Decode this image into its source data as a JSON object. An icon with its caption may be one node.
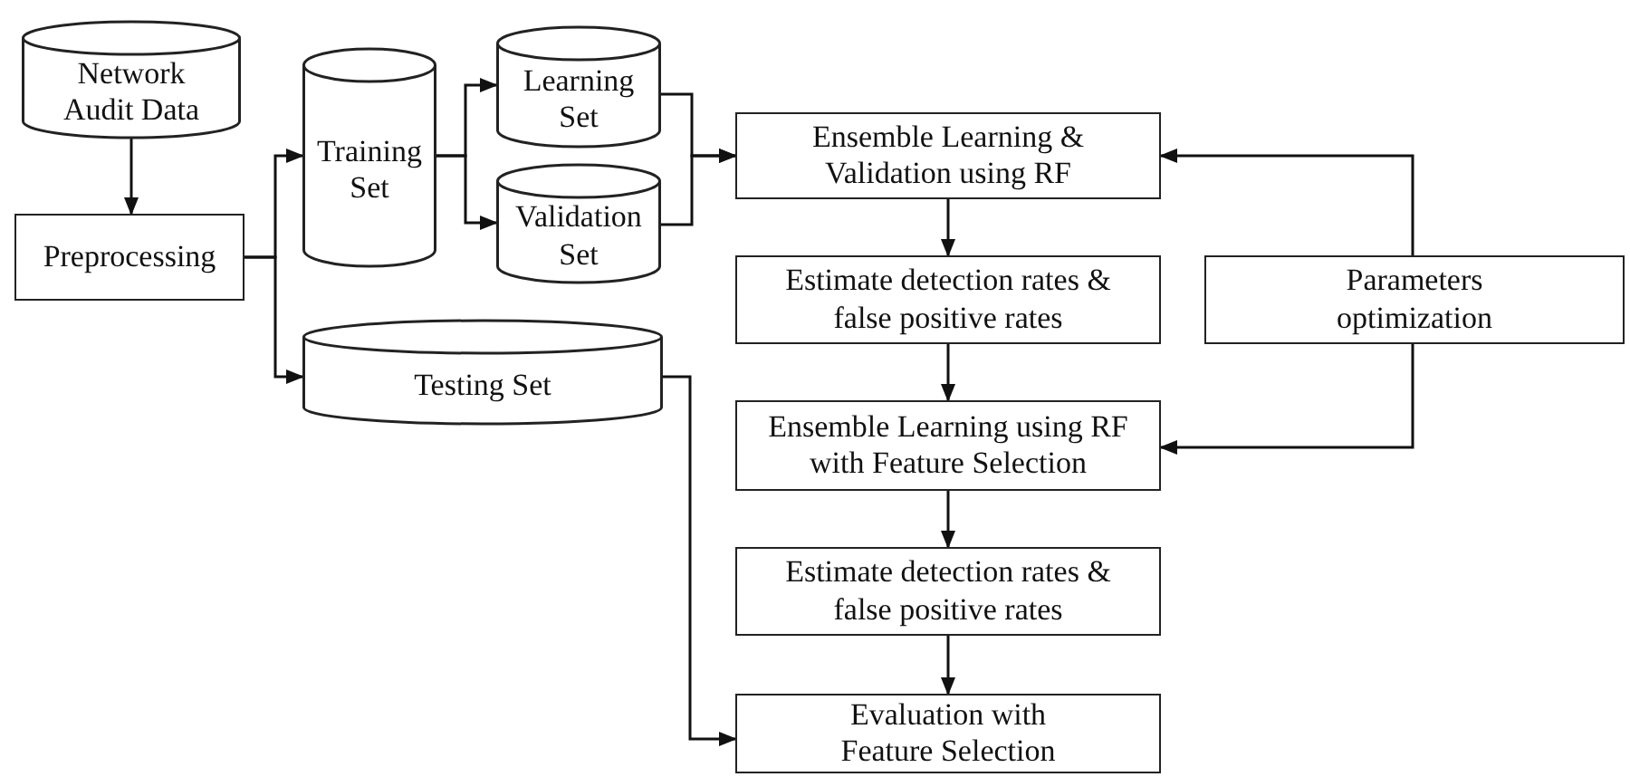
{
  "diagram": {
    "nodes": [
      {
        "text": [
          "Network Audit Data"
        ]
      },
      {
        "text": [
          "Preprocessing"
        ]
      },
      {
        "text": [
          "Training Set"
        ]
      },
      {
        "text": [
          "Learning Set"
        ]
      },
      {
        "text": [
          "Validation Set"
        ]
      },
      {
        "text": [
          "Testing Set"
        ]
      },
      {
        "text": [
          "Ensemble Learning & Validation using RF"
        ]
      },
      {
        "text": [
          "Estimate detection rates & false positive rates"
        ]
      },
      {
        "text": [
          "Parameters optimization"
        ]
      },
      {
        "text": [
          "Ensemble Learning using RF with Feature Selection"
        ]
      },
      {
        "text": [
          "Estimate detection rates & false positive rates"
        ]
      },
      {
        "text": [
          "Evaluation with Feature Selection"
        ]
      }
    ],
    "edges": [
      {
        "from": 0,
        "to": 1,
        "arrow": "to"
      },
      {
        "from": 1,
        "to": 2,
        "arrow": "to"
      },
      {
        "from": 1,
        "to": 5,
        "arrow": "to"
      },
      {
        "from": 2,
        "to": 3,
        "arrow": "to"
      },
      {
        "from": 2,
        "to": 4,
        "arrow": "to"
      },
      {
        "from": 3,
        "to": 6,
        "arrow": "to"
      },
      {
        "from": 4,
        "to": 6,
        "arrow": "to"
      },
      {
        "from": 6,
        "to": 7,
        "arrow": "to"
      },
      {
        "from": 7,
        "to": 9,
        "arrow": "to"
      },
      {
        "from": 9,
        "to": 10,
        "arrow": "to"
      },
      {
        "from": 10,
        "to": 11,
        "arrow": "to"
      },
      {
        "from": 8,
        "to": 6,
        "arrow": "to"
      },
      {
        "from": 8,
        "to": 9,
        "arrow": "to"
      },
      {
        "from": 5,
        "to": 11,
        "arrow": "to"
      }
    ]
  }
}
